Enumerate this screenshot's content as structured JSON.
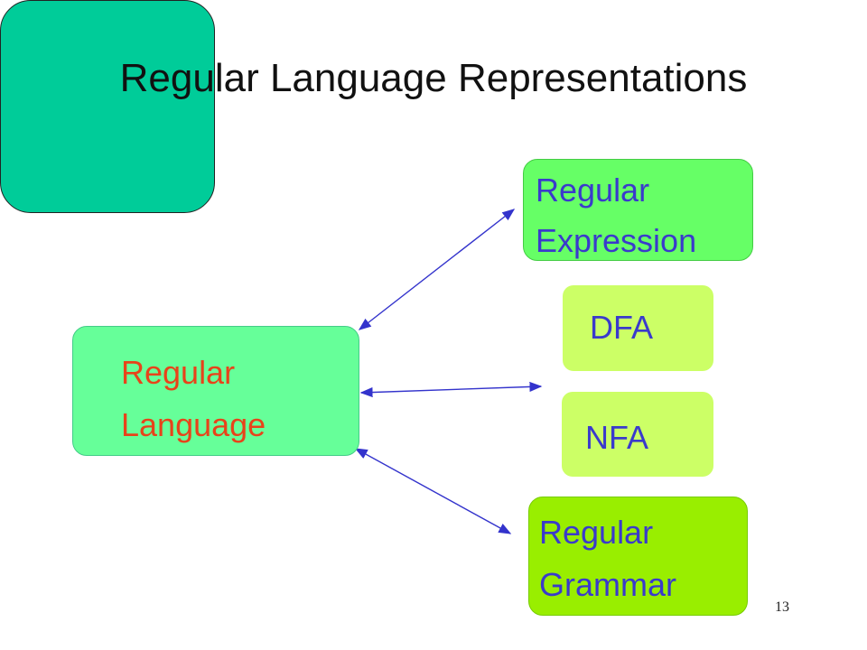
{
  "slide": {
    "title": "Regular Language Representations",
    "page_number": "13"
  },
  "nodes": {
    "language": {
      "line1": "Regular",
      "line2": "Language"
    },
    "regex": {
      "line1": "Regular",
      "line2": "Expression"
    },
    "dfa": {
      "label": "DFA"
    },
    "nfa": {
      "label": "NFA"
    },
    "grammar": {
      "line1": "Regular",
      "line2": "Grammar"
    }
  },
  "colors": {
    "arrow": "#3333cc",
    "language_text": "#e8431a",
    "node_text": "#3a3acc"
  }
}
